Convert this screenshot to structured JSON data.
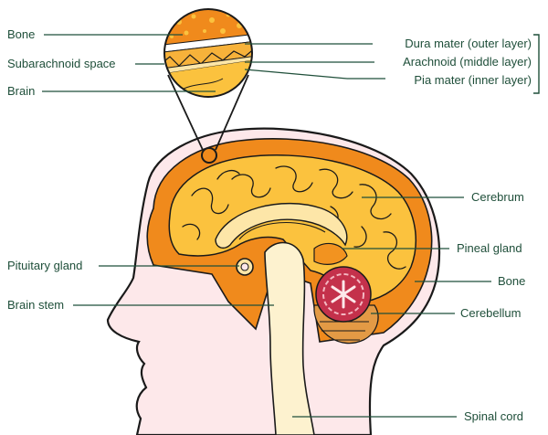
{
  "labels": {
    "bone_top": "Bone",
    "subarachnoid": "Subarachnoid space",
    "brain": "Brain",
    "dura": "Dura mater (outer layer)",
    "arachnoid": "Arachnoid (middle layer)",
    "pia": "Pia mater (inner layer)",
    "cerebrum": "Cerebrum",
    "pineal": "Pineal gland",
    "bone_side": "Bone",
    "pituitary": "Pituitary gland",
    "brain_stem": "Brain stem",
    "cerebellum": "Cerebellum",
    "spinal_cord": "Spinal cord"
  },
  "colors": {
    "label_text": "#1f4f3a",
    "bone": "#f08a1c",
    "brain": "#fbc23e",
    "brain_light": "#fde6a8",
    "skin": "#fde8ea",
    "outline": "#1a1a1a",
    "cerebellum": "#c4314b",
    "spinal": "#fdf2cf"
  }
}
